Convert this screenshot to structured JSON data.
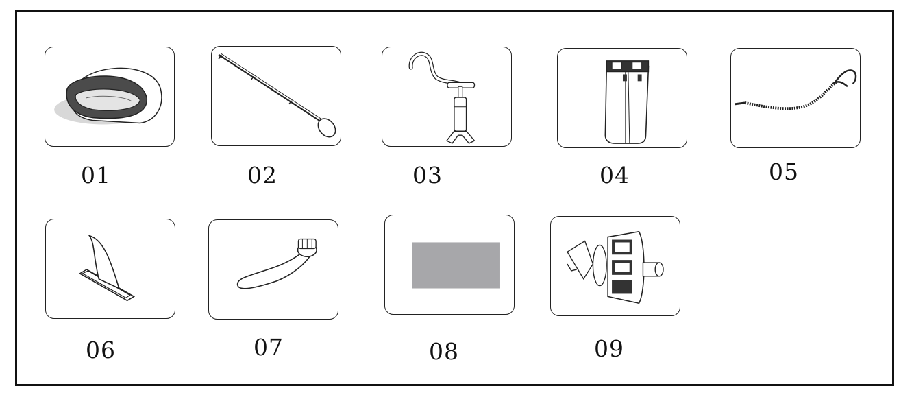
{
  "items": [
    {
      "number": "01",
      "icon": "board-bag-icon"
    },
    {
      "number": "02",
      "icon": "paddle-icon"
    },
    {
      "number": "03",
      "icon": "hand-pump-icon"
    },
    {
      "number": "04",
      "icon": "backpack-icon"
    },
    {
      "number": "05",
      "icon": "coiled-leash-icon"
    },
    {
      "number": "06",
      "icon": "fin-icon"
    },
    {
      "number": "07",
      "icon": "valve-wrench-icon"
    },
    {
      "number": "08",
      "icon": "repair-patch-icon"
    },
    {
      "number": "09",
      "icon": "pump-adapter-icon"
    }
  ],
  "colors": {
    "line": "#222222",
    "patch": "#a7a7aa",
    "bag_dark": "#4b4b4b",
    "bag_light": "#e4e4e4"
  }
}
